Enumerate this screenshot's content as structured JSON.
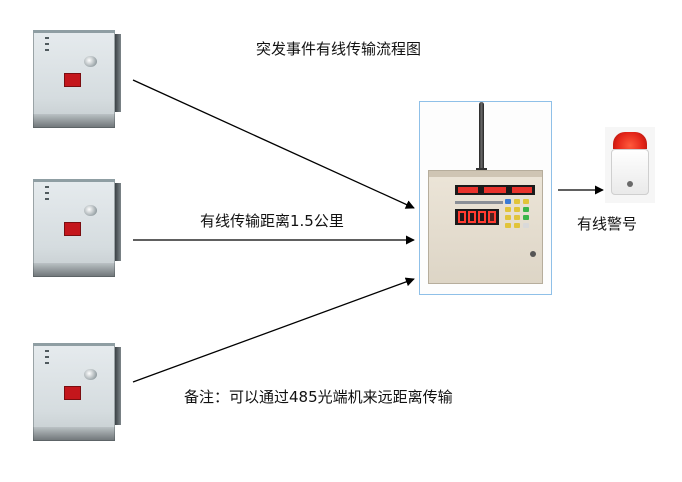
{
  "title": "突发事件有线传输流程图",
  "distance_label": "有线传输距离1.5公里",
  "note": "备注：可以通过485光端机来远距离传输",
  "alarm_label": "有线警号",
  "devices": {
    "detector_icon": "wall-detector-icon",
    "panel_icon": "alarm-control-panel-icon",
    "alarm_icon": "wired-siren-icon"
  },
  "colors": {
    "line": "#000000",
    "panel_border": "#8fc0e8",
    "siren_red": "#e32418",
    "display_red": "#ff3b30"
  }
}
